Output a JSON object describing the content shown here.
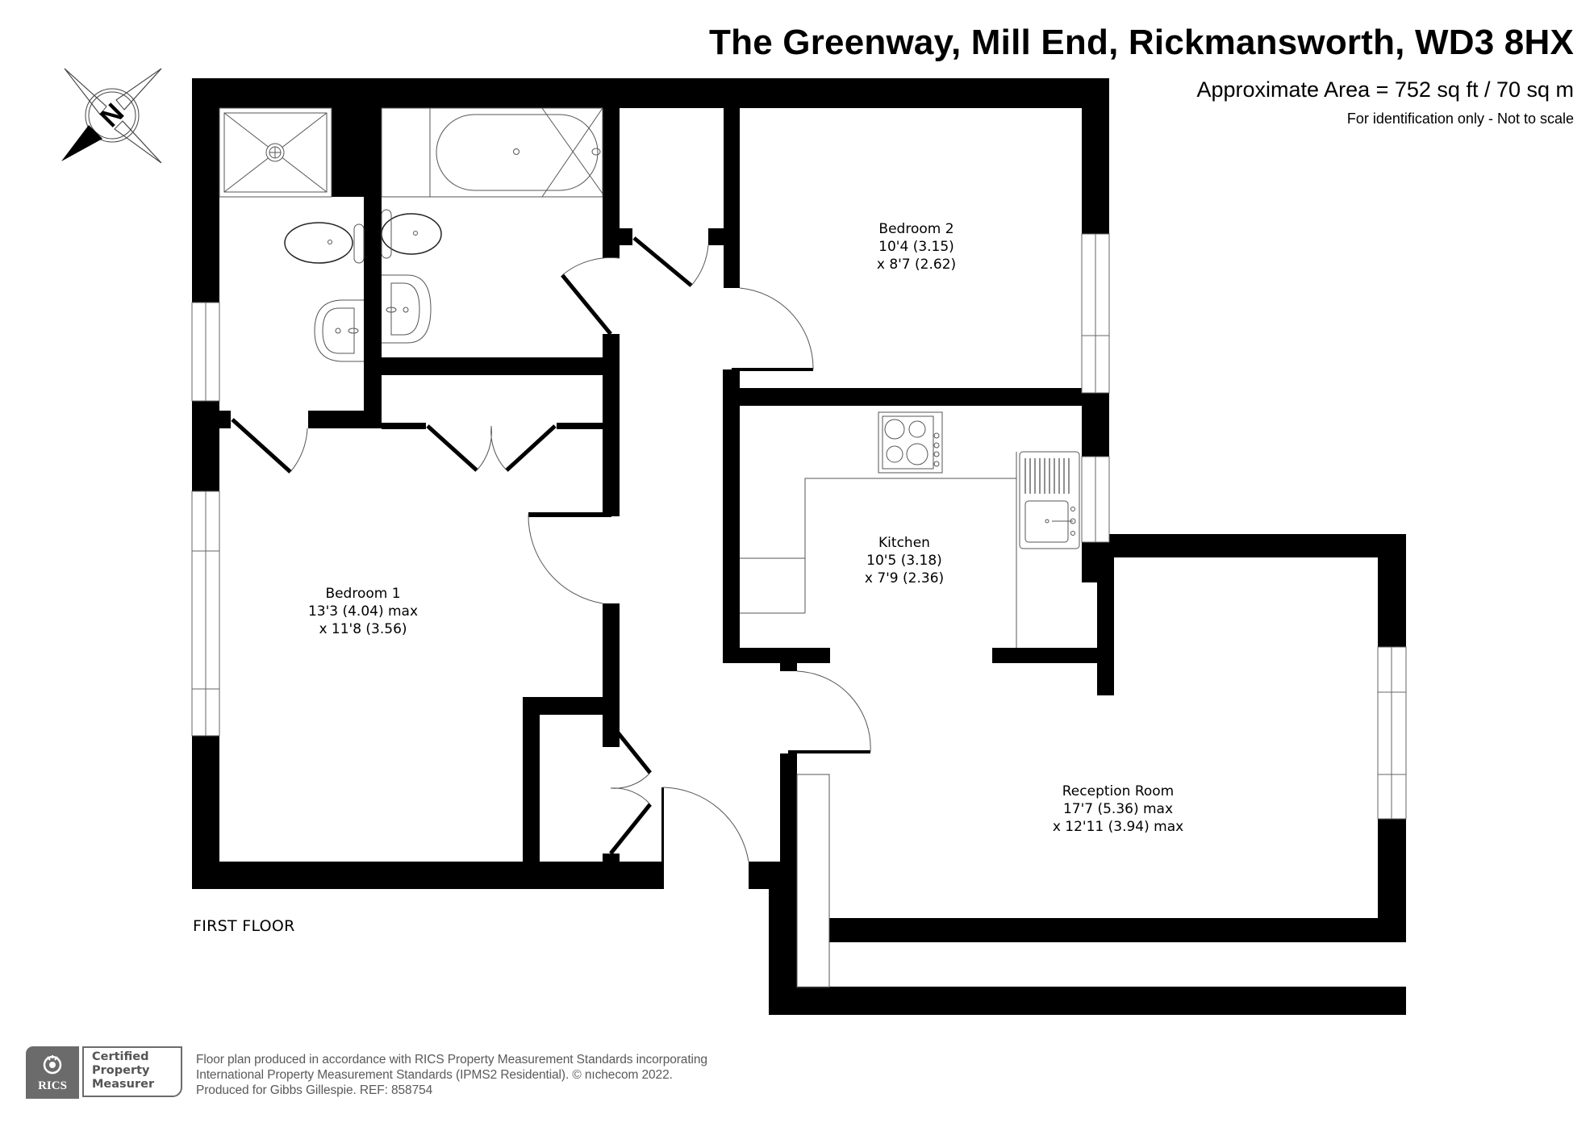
{
  "header": {
    "title": "The Greenway, Mill End, Rickmansworth, WD3 8HX",
    "area": "Approximate Area = 752 sq ft / 70 sq m",
    "disclaimer": "For identification only - Not to scale"
  },
  "compass": {
    "icon": "compass-north-icon",
    "label": "N"
  },
  "floor": {
    "label": "FIRST FLOOR"
  },
  "rooms": [
    {
      "name": "Bedroom 2",
      "dim1": "10'4 (3.15)",
      "dim2": "x 8'7 (2.62)"
    },
    {
      "name": "Bedroom 1",
      "dim1": "13'3 (4.04) max",
      "dim2": "x 11'8 (3.56)"
    },
    {
      "name": "Kitchen",
      "dim1": "10'5 (3.18)",
      "dim2": "x 7'9 (2.36)"
    },
    {
      "name": "Reception Room",
      "dim1": "17'7 (5.36) max",
      "dim2": "x 12'11 (3.94) max"
    }
  ],
  "fixtures": [
    "shower-tray",
    "bath",
    "toilet",
    "toilet",
    "washbasin",
    "washbasin",
    "hob",
    "kitchen-sink",
    "wardrobe-doors",
    "cupboard"
  ],
  "footer": {
    "badge": {
      "org": "RICS",
      "line1": "Certified",
      "line2": "Property",
      "line3": "Measurer"
    },
    "lines": [
      "Floor plan produced in accordance with RICS Property Measurement Standards incorporating",
      "International Property Measurement Standards (IPMS2 Residential).   © nıchecom 2022.",
      "Produced for Gibbs Gillespie.   REF: 858754"
    ]
  },
  "colors": {
    "wall": "#000000",
    "fixture_line": "#555555",
    "badge_grey": "#6b6b6b",
    "footer_text": "#5a5a5a"
  }
}
